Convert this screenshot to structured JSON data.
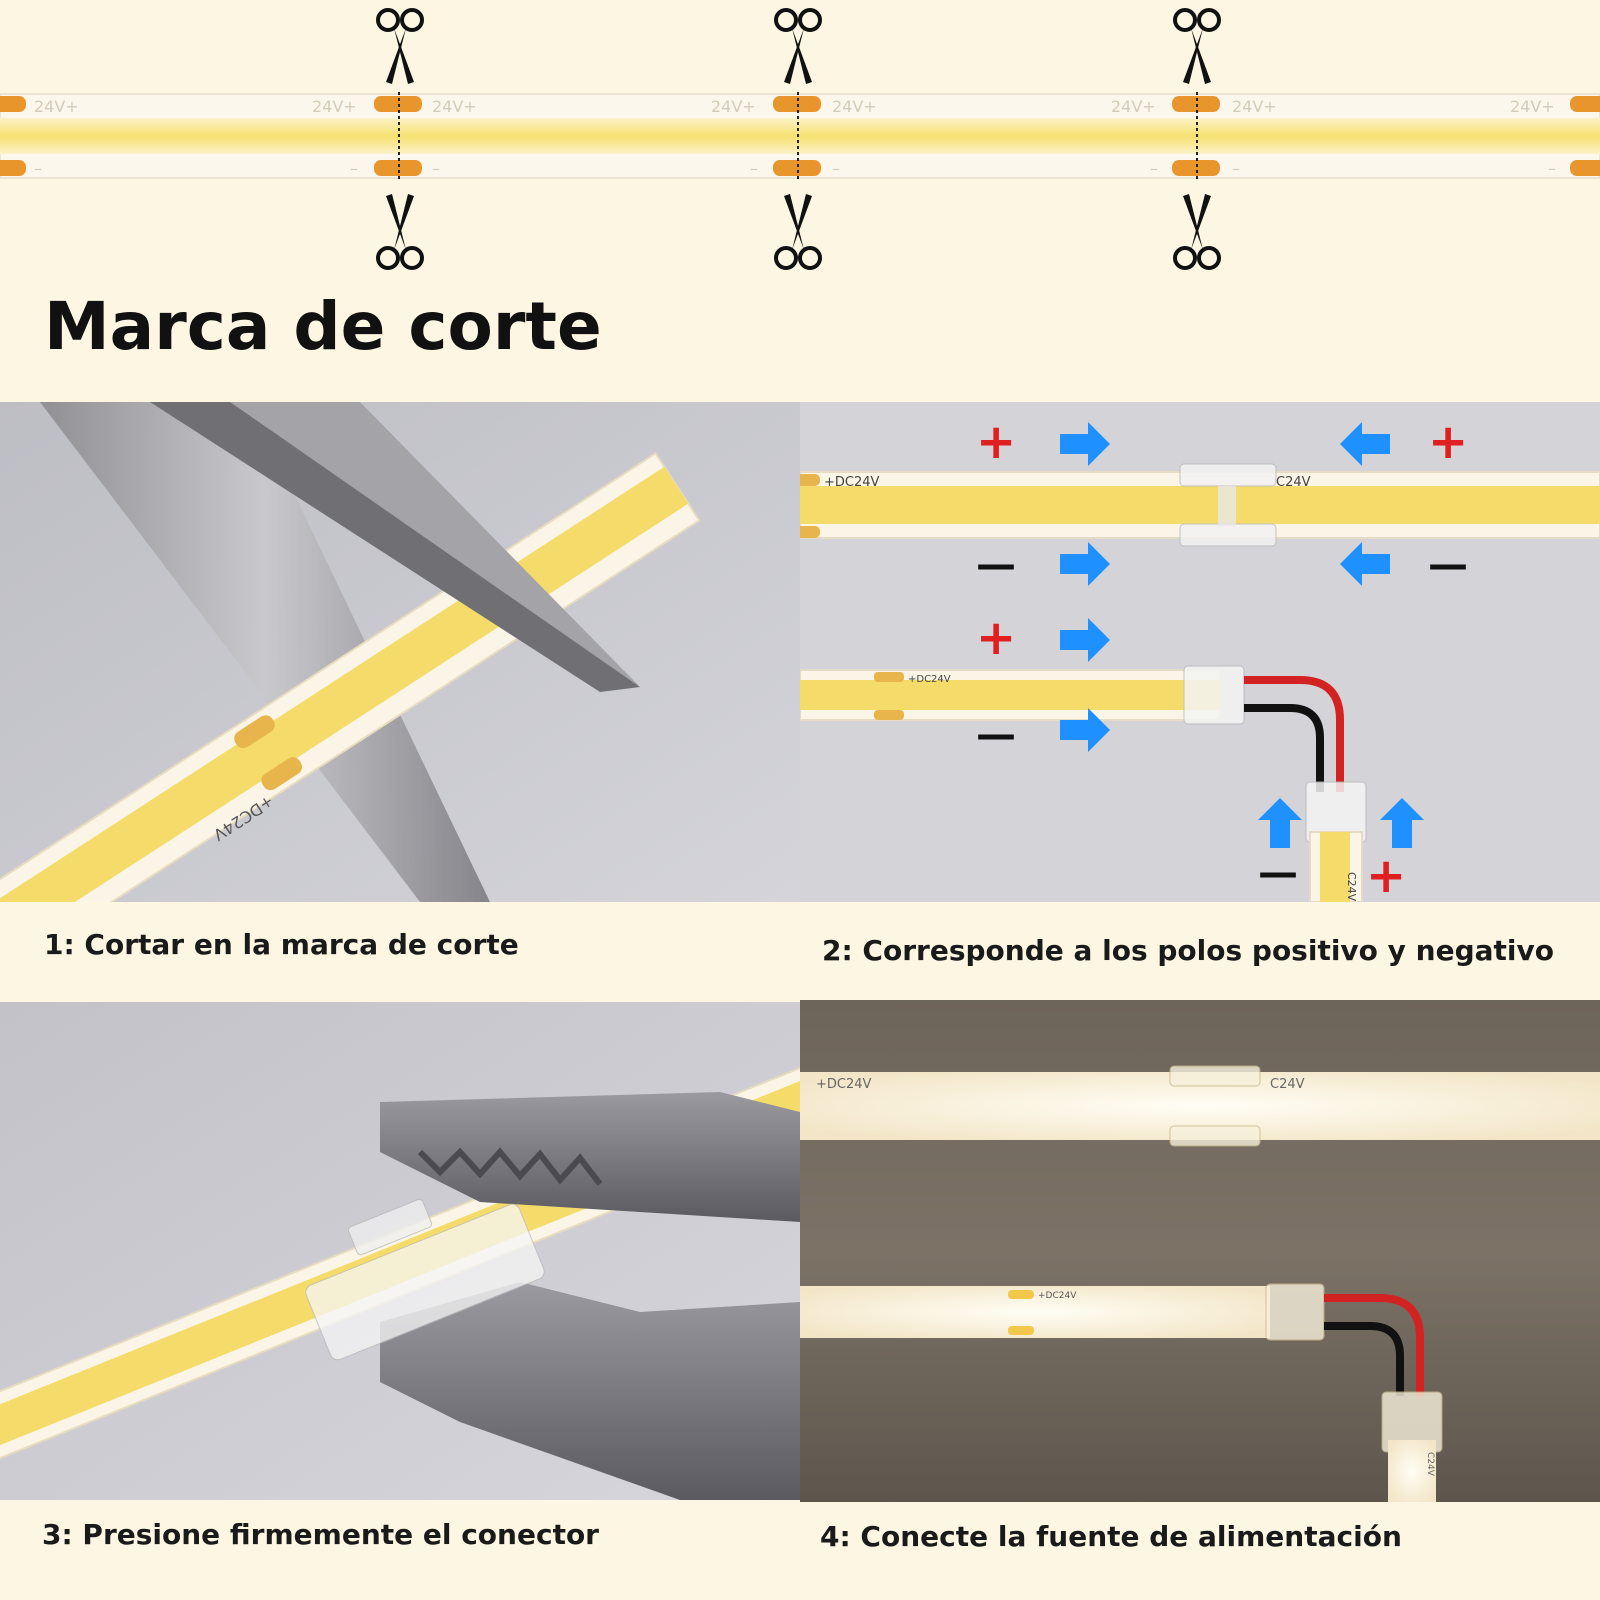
{
  "header": {
    "title": "Marca de corte",
    "strip_label_plus": "24V+",
    "strip_label_minus": "–"
  },
  "steps": [
    {
      "caption": "1: Cortar en la marca de corte",
      "strip_label": "+DC24V"
    },
    {
      "caption": "2: Corresponde a los polos positivo y negativo",
      "strip_label": "+DC24V",
      "strip_label_short": "C24V",
      "vertical_label": "C24V"
    },
    {
      "caption": "3: Presione firmemente el conector"
    },
    {
      "caption": "4: Conecte la fuente de alimentación",
      "strip_label": "+DC24V",
      "strip_label_short": "C24V",
      "vertical_label": "C24V"
    }
  ],
  "symbols": {
    "plus": "+",
    "minus": "—"
  },
  "colors": {
    "background": "#fdf6e3",
    "led_yellow": "#f5dc6a",
    "pad_orange": "#e8962c",
    "plus_red": "#e02020",
    "arrow_blue": "#1e90ff",
    "panel_grey": "#c9c9cf",
    "wire_red": "#d22222",
    "wire_black": "#111111"
  },
  "icons": [
    "scissors-icon",
    "arrow-right-icon",
    "arrow-left-icon",
    "arrow-up-icon"
  ]
}
